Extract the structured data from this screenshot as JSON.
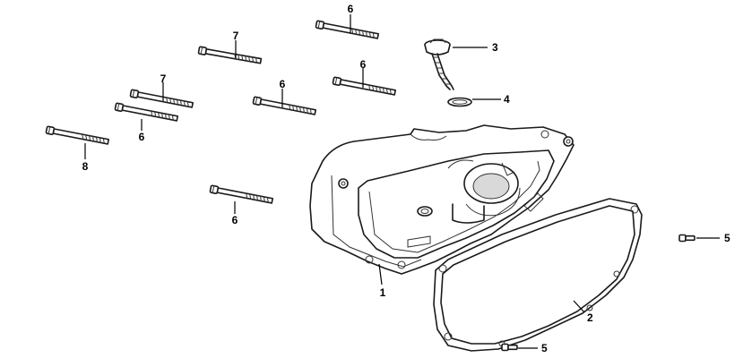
{
  "callouts": {
    "c1": "1",
    "c2": "2",
    "c3": "3",
    "c4": "4",
    "c5a": "5",
    "c5b": "5",
    "c6a": "6",
    "c6b": "6",
    "c6c": "6",
    "c6d": "6",
    "c6e": "6",
    "c7a": "7",
    "c7b": "7",
    "c8": "8"
  }
}
